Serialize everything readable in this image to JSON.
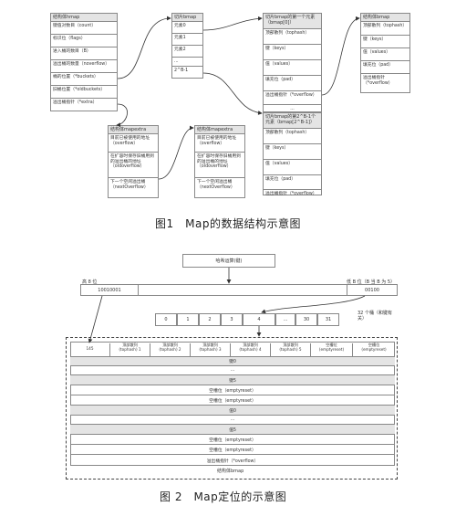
{
  "fig1": {
    "hmap": {
      "title": "结构体hmap",
      "rows": [
        "键值对数目（count）",
        "标识位（flags）",
        "进入桶的数目（B）",
        "溢出桶的数量（noverflow）",
        "桶的位置（*buckets）",
        "旧桶位置（*oldbuckets）",
        "溢出桶指针（*extra）"
      ]
    },
    "buckets": {
      "title": "切片bmap",
      "rows": [
        "元素0",
        "元素1",
        "元素2",
        "...",
        "2^B-1"
      ]
    },
    "bmap_first": {
      "title": "切片bmap的第一个元素（bmap[0]）",
      "rows": [
        "顶部散列（tophash）",
        "键（keys）",
        "值（values）",
        "填充位（pad）",
        "溢出桶指针（*overflow）"
      ]
    },
    "ellipsis": "...",
    "bmap_last": {
      "title": "切片bmap的第2^B-1个元素（bmap[2^B-1]）",
      "rows": [
        "顶部散列（tophash）",
        "键（keys）",
        "值（values）",
        "填充位（pad）",
        "溢出桶指针（*overflow）"
      ]
    },
    "struct_bmap": {
      "title": "结构体bmap",
      "rows": [
        "顶部散列（tophash）",
        "键（keys）",
        "值（values）",
        "填充位（pad）",
        "溢出桶指针（*overflow）"
      ]
    },
    "extra1": {
      "title": "结构体mapextra",
      "rows": [
        "目前已被使用的地址（overflow）",
        "在扩容时保存旧桶用到的溢出桶的地址（oldoverflow）",
        "下一个空闲溢出桶（nextOverflow）"
      ]
    },
    "extra2": {
      "title": "结构体mapextra",
      "rows": [
        "目前已被使用的地址（overflow）",
        "在扩容时保存旧桶用到的溢出桶的地址（oldoverflow）",
        "下一个空闲溢出桶（nextOverflow）"
      ]
    },
    "caption": "图1　Map的数据结构示意图"
  },
  "fig2": {
    "hash_label": "哈希运算(键)",
    "high_label": "高 8 位",
    "low_label": "低 B 位（B 当 B 为 5）",
    "high_bits": "10010001",
    "low_bits": "00100",
    "bucket_indices": [
      "0",
      "1",
      "2",
      "3",
      "4",
      "...",
      "30",
      "31"
    ],
    "bucket_note": "32 个桶（和键有关）",
    "slots": [
      "145",
      "顶部散列\n(tophash) 1",
      "顶部散列\n(tophash) 2",
      "顶部散列\n(tophash) 3",
      "顶部散列\n(tophash) 4",
      "顶部散列\n(tophash) 5",
      "空槽位\n(emptyreset)",
      "空槽位\n(emptyreset)"
    ],
    "rows": [
      "键0",
      "...",
      "键5",
      "空槽位（emptyreset）",
      "空槽位（emptyreset）",
      "值0",
      "...",
      "值5",
      "空槽位（emptyreset）",
      "空槽位（emptyreset）",
      "溢出桶指针（*overflow）"
    ],
    "footer": "结构体bmap",
    "caption": "图 2　Map定位的示意图"
  }
}
